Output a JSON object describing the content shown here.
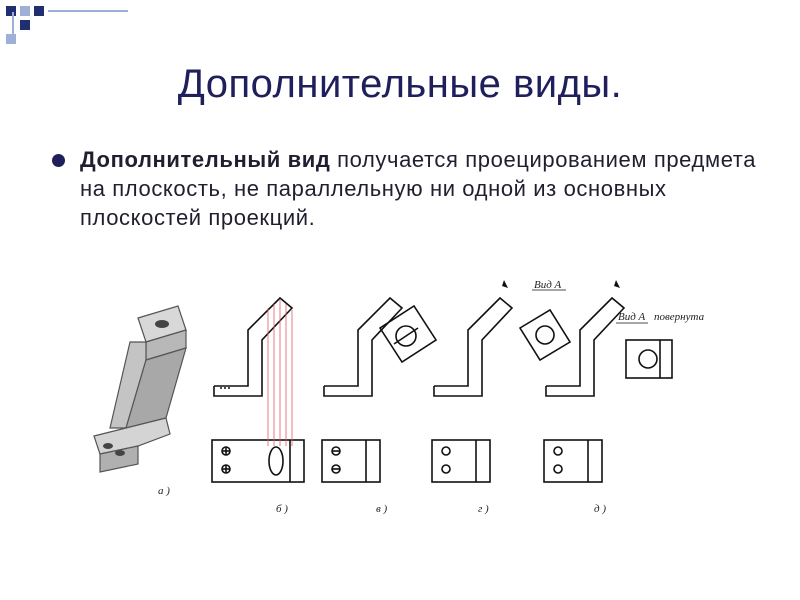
{
  "slide": {
    "title": "Дополнительные виды.",
    "bullet_bold": "Дополнительный вид",
    "bullet_text": " получается проецированием предмета на плоскость, не параллельную ни одной из основных плоскостей проекций."
  },
  "figure": {
    "labels": {
      "a": "а )",
      "b": "б )",
      "v": "в )",
      "g": "г )",
      "d": "д )"
    },
    "view_a": "Вид А",
    "view_a_rotated": "Вид А",
    "rotated": "повернута"
  },
  "colors": {
    "title": "#1f1f5c",
    "deco_dark": "#1f2f6f",
    "deco_light": "#9fb0d8",
    "projection_lines": "#e05a6a"
  }
}
